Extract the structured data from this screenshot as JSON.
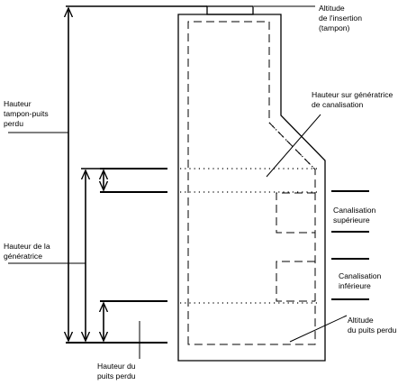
{
  "labels": {
    "altitude_insertion": [
      "Altitude",
      "de l'insertion",
      "(tampon)"
    ],
    "hauteur_tampon_puits": [
      "Hauteur",
      "tampon-puits",
      "perdu"
    ],
    "hauteur_generatrice_canalisation": [
      "Hauteur sur génératrice",
      "de canalisation"
    ],
    "hauteur_generatrice": [
      "Hauteur de la",
      "génératrice"
    ],
    "canalisation_superieure": [
      "Canalisation",
      "supérieure"
    ],
    "canalisation_inferieure": [
      "Canalisation",
      "inférieure"
    ],
    "altitude_puits_perdu": [
      "Altitude",
      "du puits perdu"
    ],
    "hauteur_puits_perdu": [
      "Hauteur du",
      "puits perdu"
    ]
  },
  "colors": {
    "stroke": "#000000",
    "background": "#ffffff"
  }
}
